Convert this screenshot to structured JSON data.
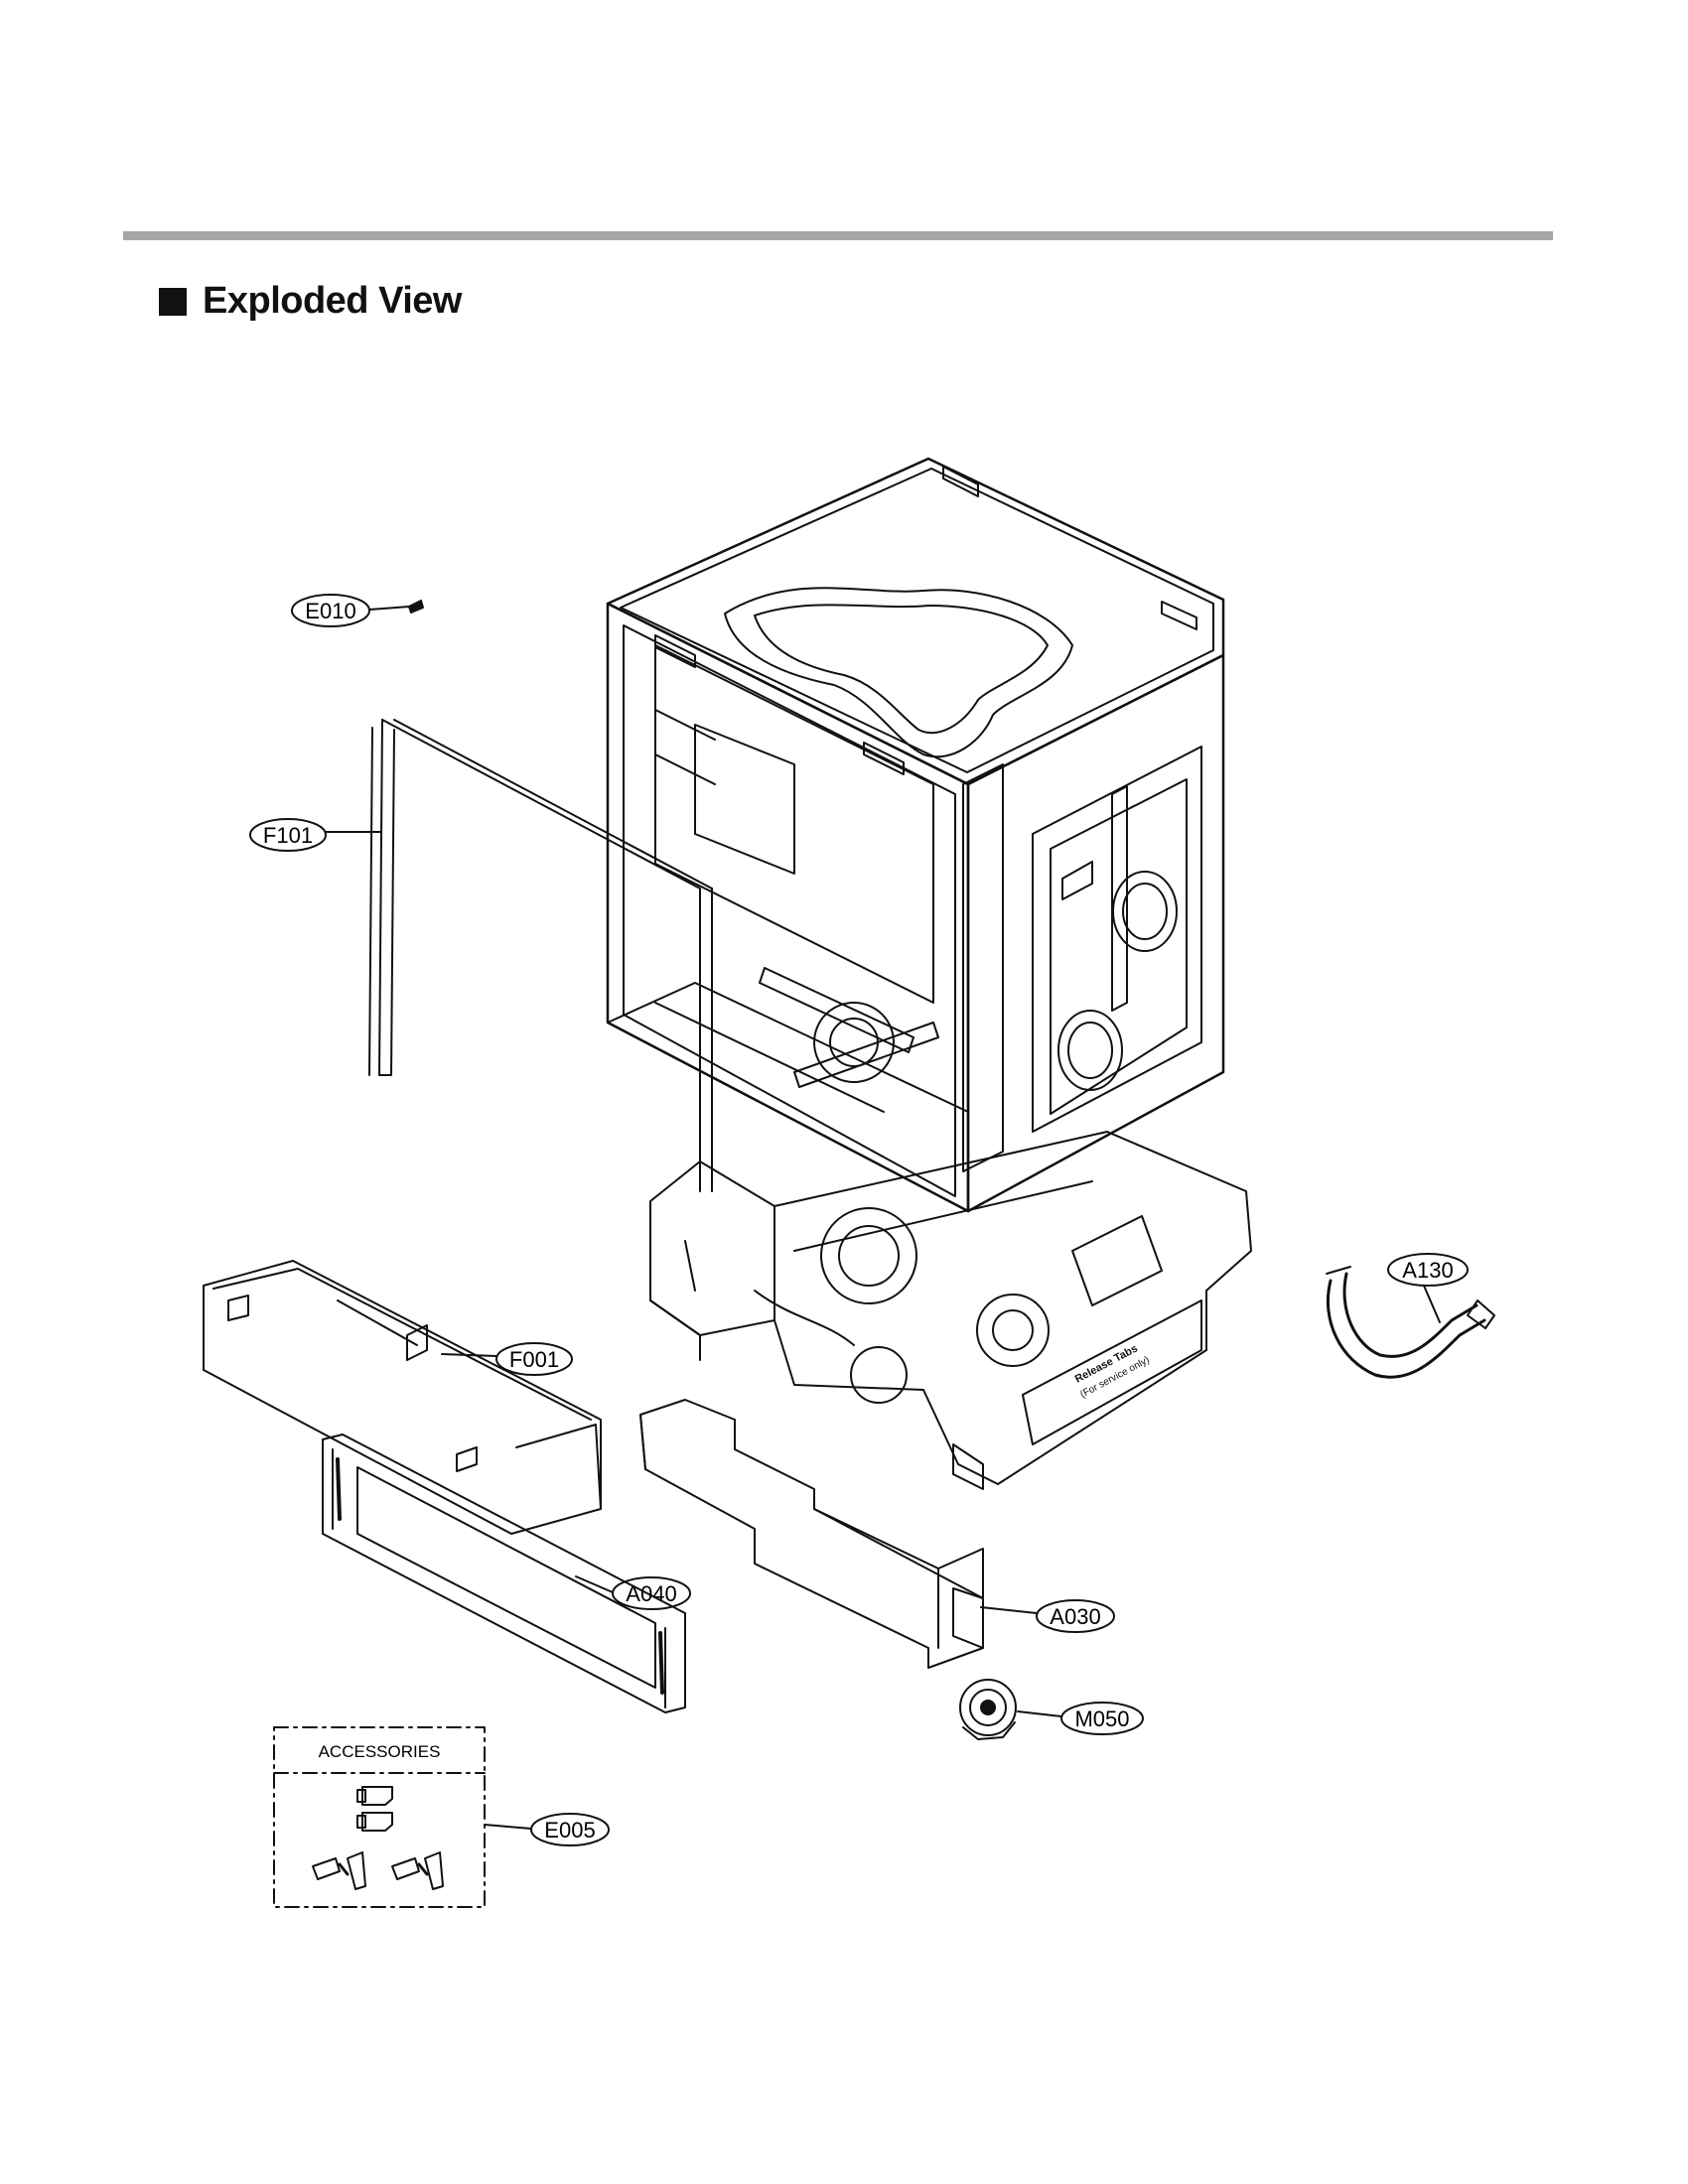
{
  "page": {
    "title": "Exploded View"
  },
  "callouts": {
    "E010": "E010",
    "F101": "F101",
    "F001": "F001",
    "A040": "A040",
    "A030": "A030",
    "A130": "A130",
    "M050": "M050",
    "E005": "E005"
  },
  "accessories": {
    "label": "ACCESSORIES"
  },
  "cabinet_panel": {
    "line1": "Release Tabs",
    "line2": "(For service only)"
  }
}
